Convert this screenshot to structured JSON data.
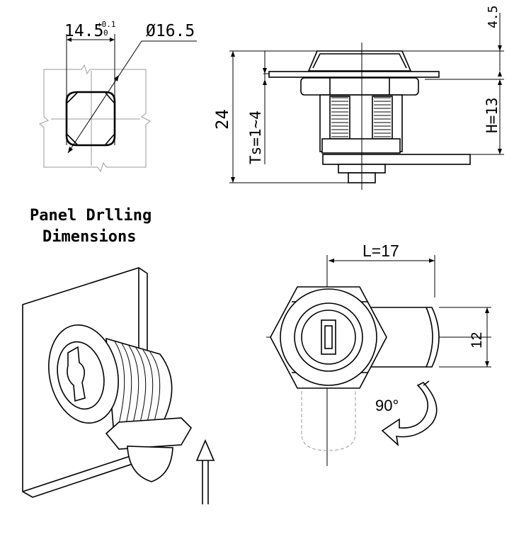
{
  "panel_drilling": {
    "width_value": "14.5",
    "width_tol_upper": "+0.1",
    "width_tol_lower": "0",
    "diameter": "Ø16.5",
    "caption_line1": "Panel Drlling",
    "caption_line2": "Dimensions"
  },
  "side_view": {
    "overall_height": "24",
    "thickness": "Ts=1~4",
    "h_value": "H=13",
    "top_value": "4.5"
  },
  "front_view": {
    "length": "L=17",
    "width": "12",
    "rotation": "90°"
  }
}
